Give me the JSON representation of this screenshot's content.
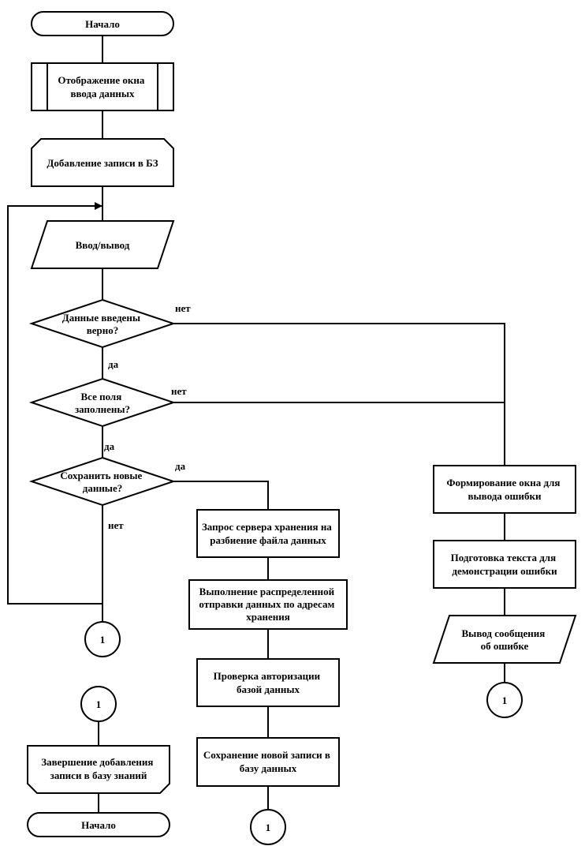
{
  "nodes": {
    "start_top": "Начало",
    "display_window": [
      "Отображение окна",
      "ввода данных"
    ],
    "add_record": "Добавление записи в БЗ",
    "io": "Ввод/вывод",
    "check_correct": [
      "Данные введены",
      "верно?"
    ],
    "check_filled": [
      "Все поля",
      "заполнены?"
    ],
    "check_save": [
      "Сохранить новые",
      "данные?"
    ],
    "request_server": [
      "Запрос сервера хранения на",
      "разбиение файла данных"
    ],
    "distributed_send": [
      "Выполнение  распределенной",
      "отправки данных по адресам",
      "хранения"
    ],
    "auth_check": [
      "Проверка авторизации",
      "базой данных"
    ],
    "save_record": [
      "Сохранение новой записи в",
      "базу данных"
    ],
    "error_window": [
      "Формирование окна для",
      "вывода ошибки"
    ],
    "error_text": [
      "Подготовка текста для",
      "демонстрации ошибки"
    ],
    "error_output": [
      "Вывод сообщения",
      "об ошибке"
    ],
    "finish_add": [
      "Завершение добавления",
      "записи в базу знаний"
    ],
    "end_bottom": "Начало",
    "connector": "1"
  },
  "labels": {
    "no_1": "нет",
    "yes_1": "да",
    "no_2": "нет",
    "yes_2": "да",
    "yes_3": "да",
    "no_3": "нет"
  }
}
